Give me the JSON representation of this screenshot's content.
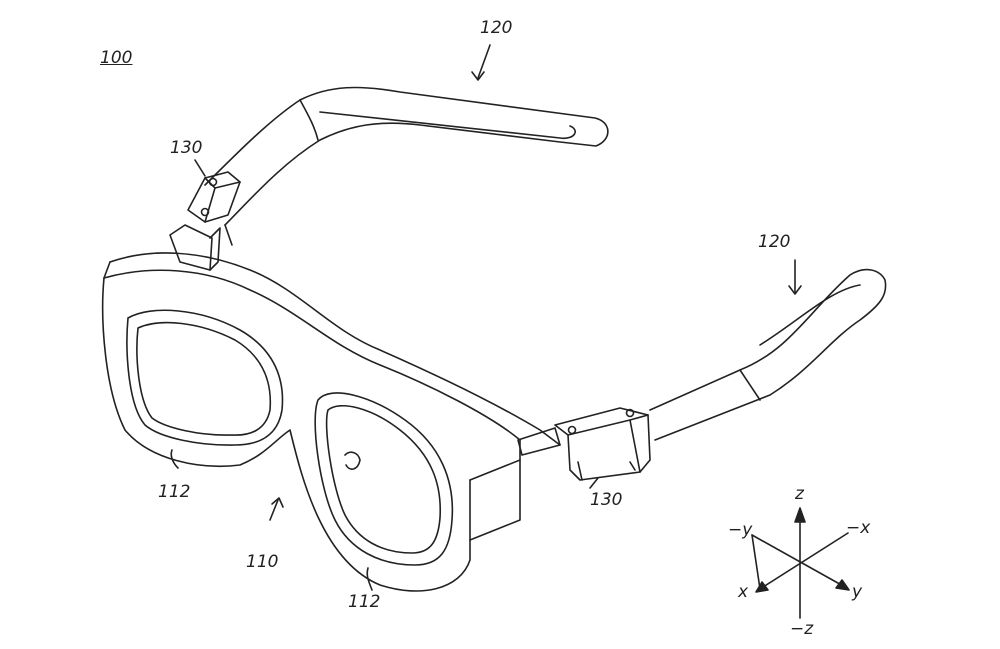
{
  "figure": {
    "labels": {
      "device": "100",
      "temple_top": "120",
      "temple_right": "120",
      "hinge_left": "130",
      "hinge_right": "130",
      "rim_left": "112",
      "rim_right": "112",
      "frame": "110"
    },
    "axes": {
      "z": "z",
      "neg_z": "−z",
      "x": "x",
      "neg_x": "−x",
      "y": "y",
      "neg_y": "−y"
    }
  }
}
